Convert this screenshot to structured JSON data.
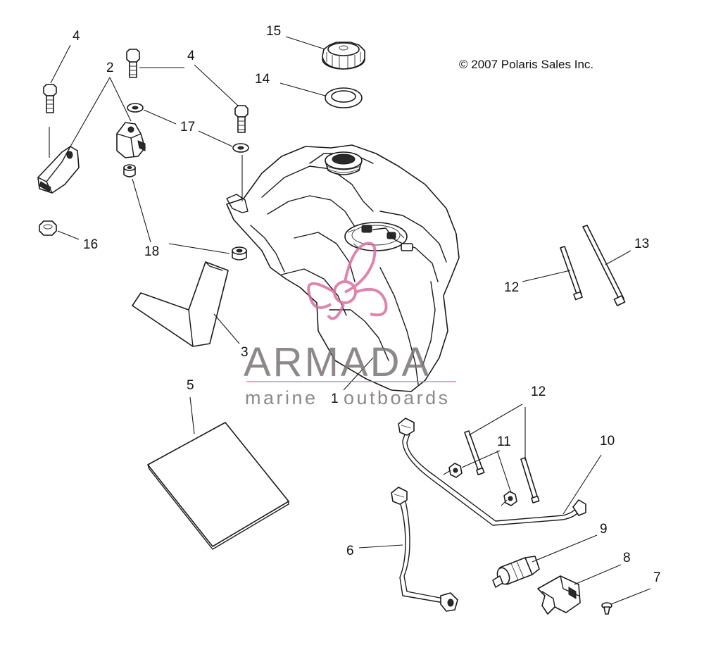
{
  "copyright": "© 2007 Polaris Sales Inc.",
  "watermark": {
    "brand": "ARMADA",
    "tagline_left": "marine",
    "tagline_right": "outboards",
    "accent_color": "#d9709f",
    "text_color": "#7a7478"
  },
  "callouts": {
    "c1": "1",
    "c2": "2",
    "c3": "3",
    "c4a": "4",
    "c4b": "4",
    "c5": "5",
    "c6": "6",
    "c7": "7",
    "c8": "8",
    "c9": "9",
    "c10": "10",
    "c11": "11",
    "c12a": "12",
    "c12b": "12",
    "c13": "13",
    "c14": "14",
    "c15": "15",
    "c16": "16",
    "c17": "17",
    "c18": "18"
  }
}
